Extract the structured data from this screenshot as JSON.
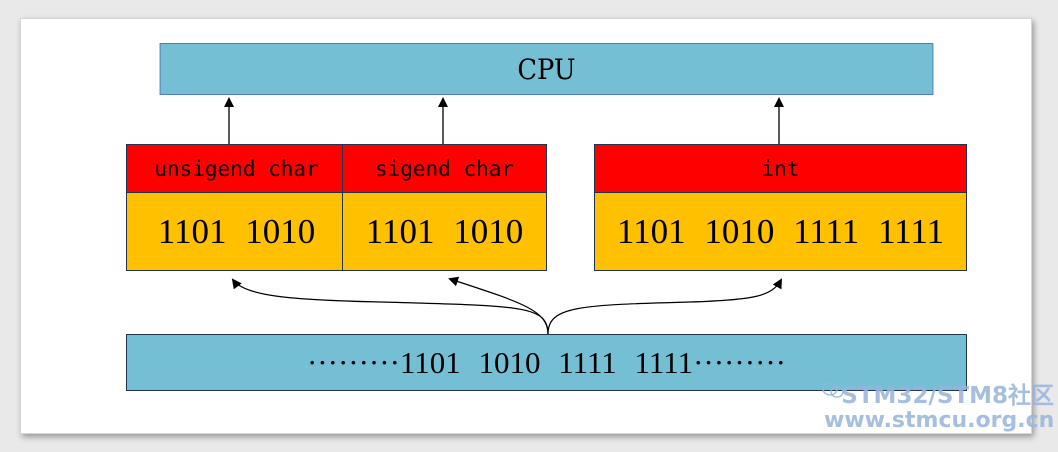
{
  "diagram": {
    "cpu_label": "CPU",
    "registers": [
      {
        "type": "unsigend char",
        "bits": "1101 1010"
      },
      {
        "type": "sigend char",
        "bits": "1101 1010"
      },
      {
        "type": "int",
        "bits": "1101 1010 1111 1111"
      }
    ],
    "memory": "·········1101 1010 1111 1111·········"
  },
  "watermark": {
    "line1": "STM32/STM8社区",
    "line2": "www.stmcu.org.cn"
  },
  "colors": {
    "cpu_fill": "#74bfd3",
    "header_fill": "#ff0000",
    "bits_fill": "#ffc000",
    "memory_fill": "#74bfd3"
  }
}
